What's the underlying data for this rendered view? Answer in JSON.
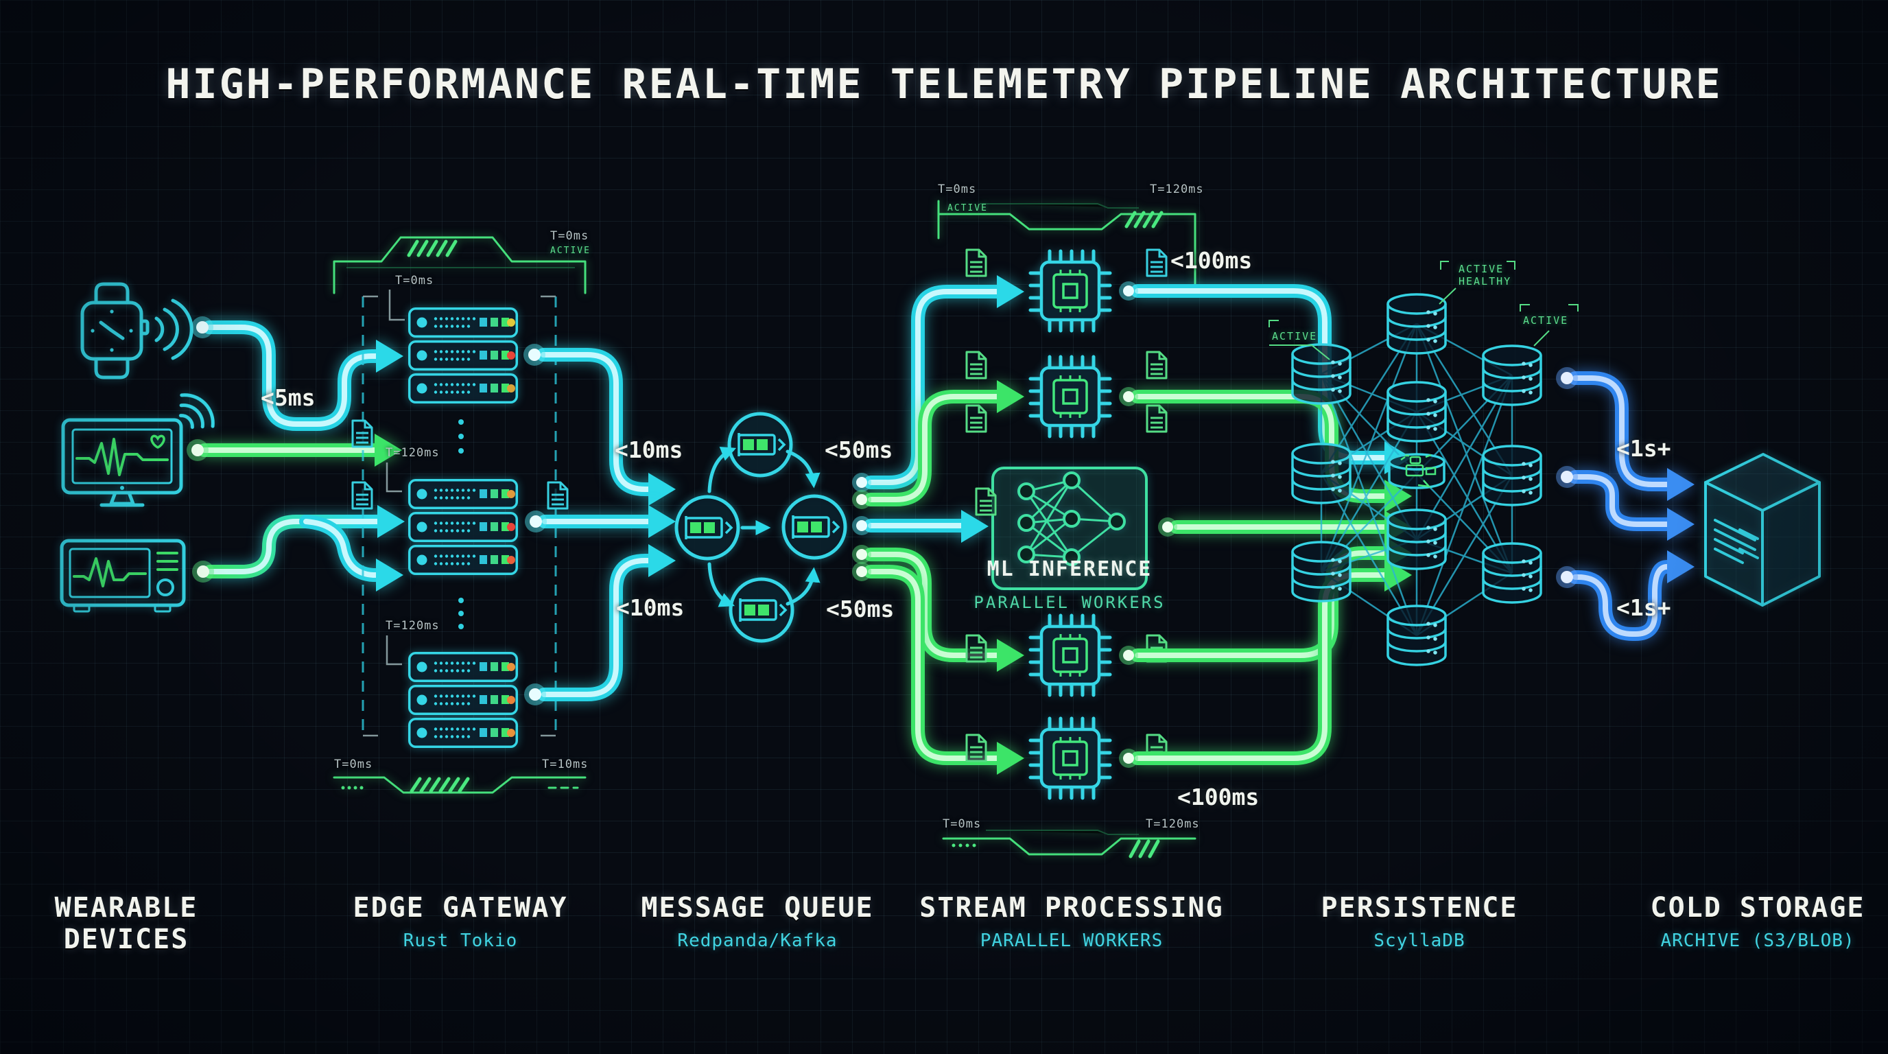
{
  "title": "HIGH-PERFORMANCE REAL-TIME TELEMETRY PIPELINE ARCHITECTURE",
  "stages": [
    {
      "id": "wearable",
      "label": "WEARABLE",
      "label2": "DEVICES",
      "sublabel": ""
    },
    {
      "id": "edge-gateway",
      "label": "EDGE GATEWAY",
      "sublabel": "Rust Tokio"
    },
    {
      "id": "message-queue",
      "label": "MESSAGE QUEUE",
      "sublabel": "Redpanda/Kafka"
    },
    {
      "id": "stream-processing",
      "label": "STREAM PROCESSING",
      "sublabel": "PARALLEL WORKERS"
    },
    {
      "id": "persistence",
      "label": "PERSISTENCE",
      "sublabel": "ScyllaDB"
    },
    {
      "id": "cold-storage",
      "label": "COLD STORAGE",
      "sublabel": "ARCHIVE (S3/BLOB)"
    }
  ],
  "latency_labels": {
    "ingest": "<5ms",
    "edge_top": "<10ms",
    "edge_bottom": "<10ms",
    "queue_top": "<50ms",
    "queue_bottom": "<50ms",
    "stream_top": "<100ms",
    "stream_bottom": "<100ms",
    "cold_top": "<1s+",
    "cold_bottom": "<1s+"
  },
  "timing_labels": {
    "edge_frame_top": "T=0ms",
    "edge_frame_top_status": "ACTIVE",
    "edge_cluster_1": "T=0ms",
    "edge_cluster_2": "T=120ms",
    "edge_cluster_3": "T=120ms",
    "edge_frame_bottom_left": "T=0ms",
    "edge_frame_bottom_right": "T=10ms",
    "stream_frame_top_left": "T=0ms",
    "stream_frame_top_right": "T=120ms",
    "stream_frame_top_status": "ACTIVE",
    "stream_frame_bottom_left": "T=0ms",
    "stream_frame_bottom_right": "T=120ms"
  },
  "status_labels": {
    "persistence_top_1": "ACTIVE",
    "persistence_top_2": "HEALTHY",
    "persistence_left": "ACTIVE",
    "persistence_right": "ACTIVE"
  },
  "ml_inference": {
    "title": "ML INFERENCE",
    "subtitle": "PARALLEL WORKERS"
  },
  "icons": {
    "smartwatch-icon": "smartwatch with clock face",
    "wireless-signal-icon": "radio signal arcs",
    "ecg-monitor-icon": "display with ECG trace and heart",
    "patient-monitor-icon": "portable vitals device with ECG trace",
    "server-node-icon": "rack server with status LEDs",
    "document-icon": "telemetry document/file",
    "queue-node-icon": "circular buffer node with slots",
    "cpu-chip-icon": "processor chip with pins",
    "neural-network-icon": "ml network nodes",
    "database-cylinder-icon": "database cylinder",
    "db-mascot-icon": "scylla glyph on small cylinder",
    "storage-cube-icon": "isometric archive box"
  },
  "colors": {
    "background": "#070b12",
    "grid": "#1d3240",
    "cyan": "#2bd9e8",
    "green": "#3ce468",
    "teal_green": "#45e07c",
    "blue": "#2f85ee",
    "white_text": "#f2f4ee",
    "cyan_text": "#41d4e2",
    "timing_text": "#b6c3c5",
    "status_green": "#5ce08e",
    "status_lights": [
      "#e0c93c",
      "#e8453a",
      "#d8a33c",
      "#e09a3c",
      "#e8453a",
      "#e8603a",
      "#e8923c",
      "#e8823a",
      "#e8923c"
    ]
  }
}
